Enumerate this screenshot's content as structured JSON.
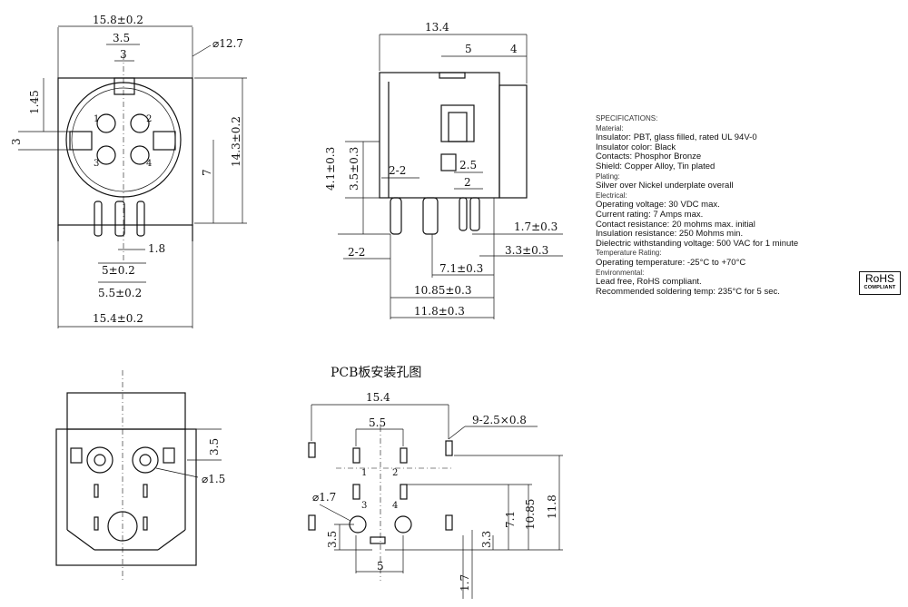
{
  "front_view": {
    "width_top": "15.8±0.2",
    "pin_pitch_top": "3.5",
    "pin_spacing_inner": "3",
    "hole_diameter": "⌀12.7",
    "offset_145": "1.45",
    "height_3": "3",
    "height_7": "7",
    "overall_height": "14.3±0.2",
    "pin_gap_18": "1.8",
    "pin_spacing_5": "5±0.2",
    "pin_spacing_55": "5.5±0.2",
    "width_bottom": "15.4±0.2",
    "pin_numbers": [
      "1",
      "2",
      "3",
      "4"
    ]
  },
  "side_view": {
    "length_134": "13.4",
    "dim_5": "5",
    "dim_4": "4",
    "height_41": "4.1±0.3",
    "height_35": "3.5±0.3",
    "section_22_top": "2-2",
    "dim_25": "2.5",
    "dim_2": "2",
    "dim_17": "1.7±0.3",
    "dim_33": "3.3±0.3",
    "section_22_bottom": "2-2",
    "dim_71": "7.1±0.3",
    "dim_1085": "10.85±0.3",
    "dim_118": "11.8±0.3"
  },
  "specifications": {
    "heading": "SPECIFICATIONS:",
    "material": "Material:",
    "insulator": "Insulator: PBT, glass filled, rated UL 94V-0",
    "insulator_color": "Insulator color: Black",
    "contacts": "Contacts: Phosphor Bronze",
    "shield": "Shield: Copper Alloy, Tin plated",
    "plating": "Plating:",
    "plating_value": "Silver over Nickel underplate overall",
    "electrical": "Electrical:",
    "voltage": "Operating voltage: 30 VDC max.",
    "current": "Current rating: 7 Amps max.",
    "contact_resistance": "Contact resistance: 20 mohms max. initial",
    "insulation_resistance": "Insulation resistance: 250 Mohms min.",
    "dielectric": "Dielectric withstanding voltage: 500 VAC for 1 minute",
    "temperature_rating": "Temperature Rating:",
    "operating_temp": "Operating temperature: -25°C to +70°C",
    "environmental": "Environmental:",
    "lead_free": "Lead free, RoHS compliant.",
    "soldering": "Recommended soldering temp: 235°C for 5 sec."
  },
  "rohs": {
    "line1": "RoHS",
    "line2": "COMPLIANT"
  },
  "rear_view": {
    "dim_35": "3.5",
    "hole_15": "⌀1.5"
  },
  "pcb_layout": {
    "title": "PCB板安装孔图",
    "width_154": "15.4",
    "dim_55": "5.5",
    "slots": "9-2.5×0.8",
    "hole_17": "⌀1.7",
    "dim_35": "3.5",
    "dim_5": "5",
    "dim_71": "7.1",
    "dim_1085": "10.85",
    "dim_118": "11.8",
    "dim_33": "3.3",
    "dim_17": "1.7",
    "pin_numbers": [
      "1",
      "2",
      "3",
      "4"
    ]
  }
}
